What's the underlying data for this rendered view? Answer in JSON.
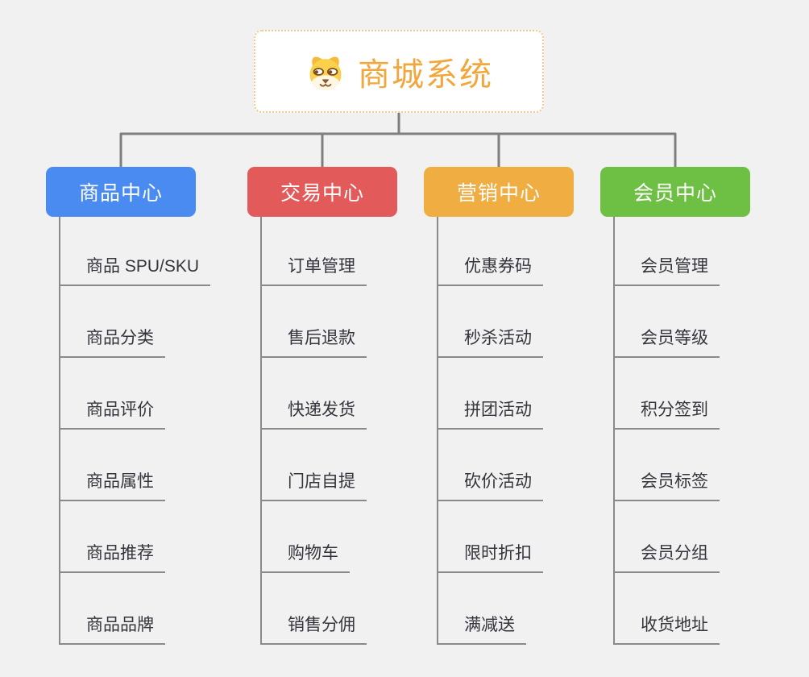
{
  "root": {
    "title": "商城系统",
    "icon": "dog-face-icon",
    "text_color": "#f2a73d",
    "border_color": "#f5c98c"
  },
  "colors": {
    "connector": "#7e7e7e",
    "underline": "#8a8a8a",
    "background": "#f1f1f2",
    "child_text": "#34343c"
  },
  "branches": [
    {
      "label": "商品中心",
      "color": "#4a8bf2",
      "children": [
        "商品 SPU/SKU",
        "商品分类",
        "商品评价",
        "商品属性",
        "商品推荐",
        "商品品牌"
      ]
    },
    {
      "label": "交易中心",
      "color": "#e25a5a",
      "children": [
        "订单管理",
        "售后退款",
        "快递发货",
        "门店自提",
        "购物车",
        "销售分佣"
      ]
    },
    {
      "label": "营销中心",
      "color": "#efad42",
      "children": [
        "优惠券码",
        "秒杀活动",
        "拼团活动",
        "砍价活动",
        "限时折扣",
        "满减送"
      ]
    },
    {
      "label": "会员中心",
      "color": "#6dc044",
      "children": [
        "会员管理",
        "会员等级",
        "积分签到",
        "会员标签",
        "会员分组",
        "收货地址"
      ]
    }
  ]
}
